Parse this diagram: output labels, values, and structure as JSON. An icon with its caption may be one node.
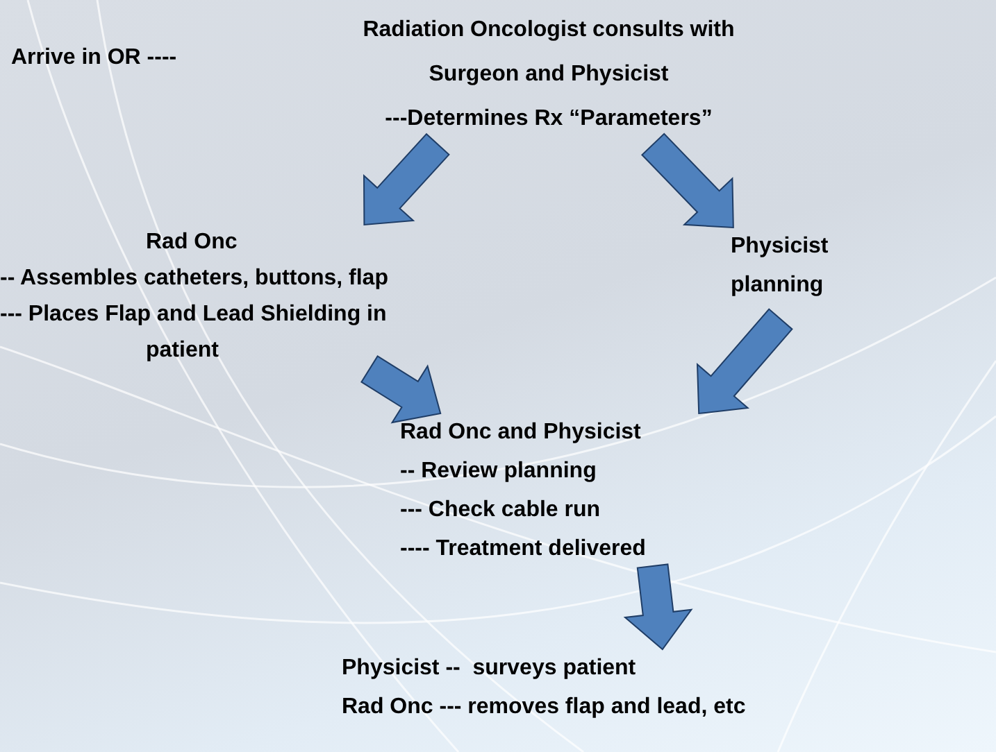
{
  "diagram": {
    "nodes": [
      {
        "text": [
          "Radiation Oncologist consults with",
          "Surgeon and Physicist",
          "---Determines Rx “Parameters”"
        ]
      },
      {
        "text": [
          "Rad Onc",
          "-- Assembles catheters, buttons, flap",
          "--- Places Flap and Lead Shielding in patient"
        ]
      },
      {
        "text": [
          "Physicist",
          "planning"
        ]
      },
      {
        "text": [
          "Rad Onc and Physicist",
          "-- Review planning",
          "--- Check cable run",
          "---- Treatment delivered"
        ]
      },
      {
        "text": [
          "Physicist --  surveys patient",
          "Rad Onc --- removes flap and lead, etc"
        ]
      }
    ],
    "edges": [
      {
        "from": 0,
        "to": 1,
        "arrow": "to"
      },
      {
        "from": 0,
        "to": 2,
        "arrow": "to"
      },
      {
        "from": 1,
        "to": 3,
        "arrow": "to"
      },
      {
        "from": 2,
        "to": 3,
        "arrow": "to"
      },
      {
        "from": 3,
        "to": 4,
        "arrow": "to"
      }
    ],
    "labels": [
      "Arrive in OR ----"
    ]
  }
}
